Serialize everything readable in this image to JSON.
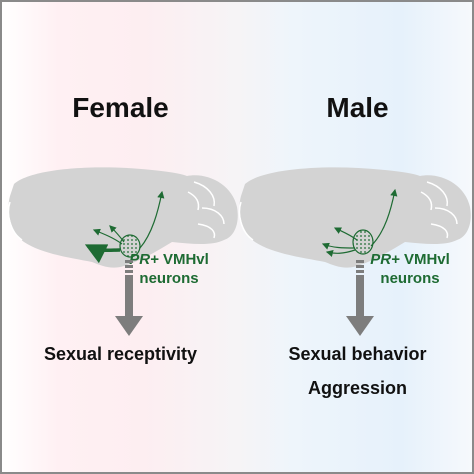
{
  "panels": [
    {
      "id": "female",
      "title": "Female",
      "neuron_label_italic": "PR+",
      "neuron_label_rest": " VMHvl",
      "neuron_label_line2": "neurons",
      "outcomes": [
        "Sexual receptivity"
      ]
    },
    {
      "id": "male",
      "title": "Male",
      "neuron_label_italic": "PR+",
      "neuron_label_rest": " VMHvl",
      "neuron_label_line2": "neurons",
      "outcomes": [
        "Sexual behavior",
        "Aggression"
      ]
    }
  ],
  "colors": {
    "brain_fill": "#d3d3d3",
    "projection_green": "#1e6b33",
    "arrow_gray": "#7d7d7d",
    "female_tint": "#fdeef1",
    "male_tint": "#e6f1fb"
  }
}
